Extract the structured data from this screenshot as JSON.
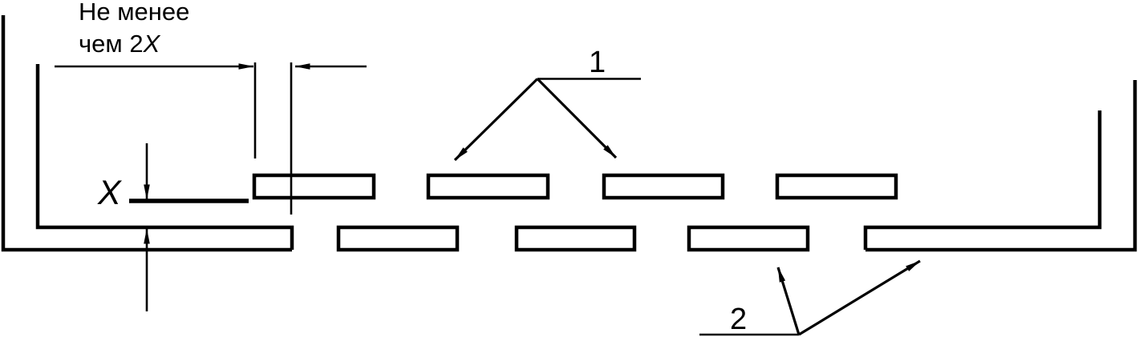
{
  "labels": {
    "min_dimension": {
      "line1": "Не менее",
      "line2_prefix": "чем 2",
      "line2_var": "X"
    },
    "x_dimension": "X",
    "callout_1": "1",
    "callout_2": "2"
  },
  "colors": {
    "line": "#000000",
    "background": "#ffffff"
  }
}
